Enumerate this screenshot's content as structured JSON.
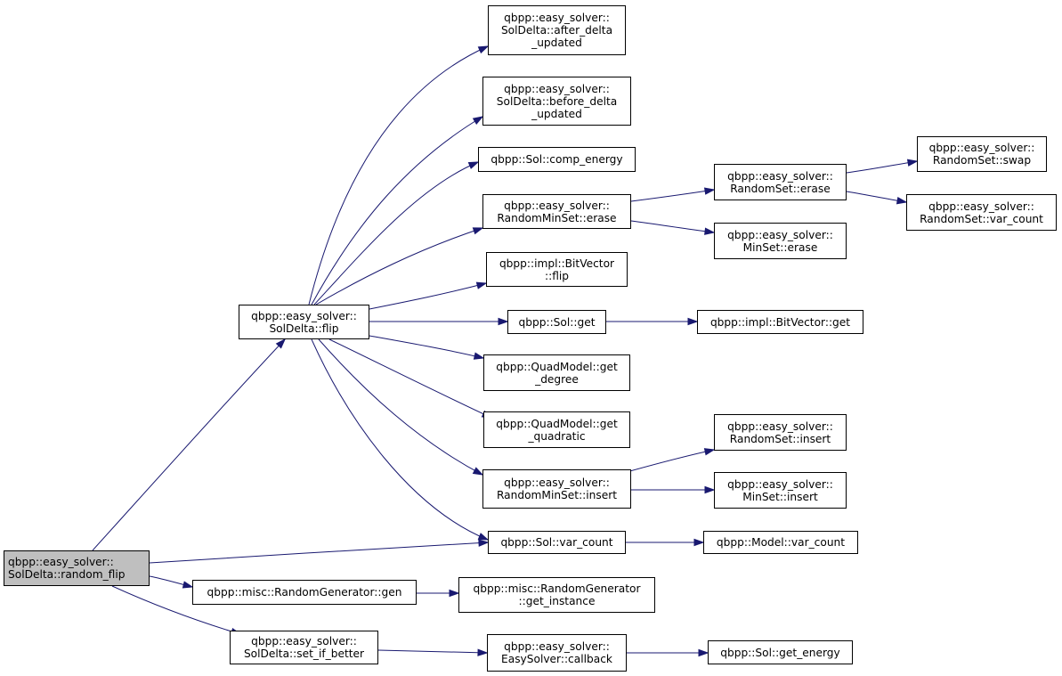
{
  "graph": {
    "root": "n_random_flip",
    "nodes": [
      {
        "id": "n_random_flip",
        "name": "node-solDelta-random-flip",
        "lines": [
          "qbpp::easy_solver::",
          "SolDelta::random_flip"
        ],
        "root": true
      },
      {
        "id": "n_flip",
        "name": "node-solDelta-flip",
        "lines": [
          "qbpp::easy_solver::",
          "SolDelta::flip"
        ]
      },
      {
        "id": "n_gen",
        "name": "node-randomGenerator-gen",
        "lines": [
          "qbpp::misc::RandomGenerator::gen"
        ]
      },
      {
        "id": "n_set_if_better",
        "name": "node-solDelta-set-if-better",
        "lines": [
          "qbpp::easy_solver::",
          "SolDelta::set_if_better"
        ]
      },
      {
        "id": "n_after_delta",
        "name": "node-solDelta-after-delta-updated",
        "lines": [
          "qbpp::easy_solver::",
          "SolDelta::after_delta",
          "_updated"
        ]
      },
      {
        "id": "n_before_delta",
        "name": "node-solDelta-before-delta-updated",
        "lines": [
          "qbpp::easy_solver::",
          "SolDelta::before_delta",
          "_updated"
        ]
      },
      {
        "id": "n_comp_energy",
        "name": "node-sol-comp-energy",
        "lines": [
          "qbpp::Sol::comp_energy"
        ]
      },
      {
        "id": "n_rms_erase",
        "name": "node-randomMinSet-erase",
        "lines": [
          "qbpp::easy_solver::",
          "RandomMinSet::erase"
        ]
      },
      {
        "id": "n_bv_flip",
        "name": "node-bitVector-flip",
        "lines": [
          "qbpp::impl::BitVector",
          "::flip"
        ]
      },
      {
        "id": "n_sol_get",
        "name": "node-sol-get",
        "lines": [
          "qbpp::Sol::get"
        ]
      },
      {
        "id": "n_qm_degree",
        "name": "node-quadModel-get-degree",
        "lines": [
          "qbpp::QuadModel::get",
          "_degree"
        ]
      },
      {
        "id": "n_qm_quadratic",
        "name": "node-quadModel-get-quadratic",
        "lines": [
          "qbpp::QuadModel::get",
          "_quadratic"
        ]
      },
      {
        "id": "n_rms_insert",
        "name": "node-randomMinSet-insert",
        "lines": [
          "qbpp::easy_solver::",
          "RandomMinSet::insert"
        ]
      },
      {
        "id": "n_sol_var_count",
        "name": "node-sol-var-count",
        "lines": [
          "qbpp::Sol::var_count"
        ]
      },
      {
        "id": "n_rs_erase",
        "name": "node-randomSet-erase",
        "lines": [
          "qbpp::easy_solver::",
          "RandomSet::erase"
        ]
      },
      {
        "id": "n_ms_erase",
        "name": "node-minSet-erase",
        "lines": [
          "qbpp::easy_solver::",
          "MinSet::erase"
        ]
      },
      {
        "id": "n_bv_get",
        "name": "node-bitVector-get",
        "lines": [
          "qbpp::impl::BitVector::get"
        ]
      },
      {
        "id": "n_rs_insert",
        "name": "node-randomSet-insert",
        "lines": [
          "qbpp::easy_solver::",
          "RandomSet::insert"
        ]
      },
      {
        "id": "n_ms_insert",
        "name": "node-minSet-insert",
        "lines": [
          "qbpp::easy_solver::",
          "MinSet::insert"
        ]
      },
      {
        "id": "n_model_var_count",
        "name": "node-model-var-count",
        "lines": [
          "qbpp::Model::var_count"
        ]
      },
      {
        "id": "n_rs_swap",
        "name": "node-randomSet-swap",
        "lines": [
          "qbpp::easy_solver::",
          "RandomSet::swap"
        ]
      },
      {
        "id": "n_rs_var_count",
        "name": "node-randomSet-var-count",
        "lines": [
          "qbpp::easy_solver::",
          "RandomSet::var_count"
        ]
      },
      {
        "id": "n_get_instance",
        "name": "node-randomGenerator-get-instance",
        "lines": [
          "qbpp::misc::RandomGenerator",
          "::get_instance"
        ]
      },
      {
        "id": "n_callback",
        "name": "node-easySolver-callback",
        "lines": [
          "qbpp::easy_solver::",
          "EasySolver::callback"
        ]
      },
      {
        "id": "n_get_energy",
        "name": "node-sol-get-energy",
        "lines": [
          "qbpp::Sol::get_energy"
        ]
      }
    ],
    "edges": [
      {
        "from": "n_random_flip",
        "to": "n_flip"
      },
      {
        "from": "n_random_flip",
        "to": "n_sol_var_count"
      },
      {
        "from": "n_random_flip",
        "to": "n_gen"
      },
      {
        "from": "n_random_flip",
        "to": "n_set_if_better"
      },
      {
        "from": "n_flip",
        "to": "n_after_delta"
      },
      {
        "from": "n_flip",
        "to": "n_before_delta"
      },
      {
        "from": "n_flip",
        "to": "n_comp_energy"
      },
      {
        "from": "n_flip",
        "to": "n_rms_erase"
      },
      {
        "from": "n_flip",
        "to": "n_bv_flip"
      },
      {
        "from": "n_flip",
        "to": "n_sol_get"
      },
      {
        "from": "n_flip",
        "to": "n_qm_degree"
      },
      {
        "from": "n_flip",
        "to": "n_qm_quadratic"
      },
      {
        "from": "n_flip",
        "to": "n_rms_insert"
      },
      {
        "from": "n_flip",
        "to": "n_sol_var_count"
      },
      {
        "from": "n_rms_erase",
        "to": "n_rs_erase"
      },
      {
        "from": "n_rms_erase",
        "to": "n_ms_erase"
      },
      {
        "from": "n_rs_erase",
        "to": "n_rs_swap"
      },
      {
        "from": "n_rs_erase",
        "to": "n_rs_var_count"
      },
      {
        "from": "n_sol_get",
        "to": "n_bv_get"
      },
      {
        "from": "n_rms_insert",
        "to": "n_rs_insert"
      },
      {
        "from": "n_rms_insert",
        "to": "n_ms_insert"
      },
      {
        "from": "n_sol_var_count",
        "to": "n_model_var_count"
      },
      {
        "from": "n_gen",
        "to": "n_get_instance"
      },
      {
        "from": "n_set_if_better",
        "to": "n_callback"
      },
      {
        "from": "n_callback",
        "to": "n_get_energy"
      }
    ]
  }
}
